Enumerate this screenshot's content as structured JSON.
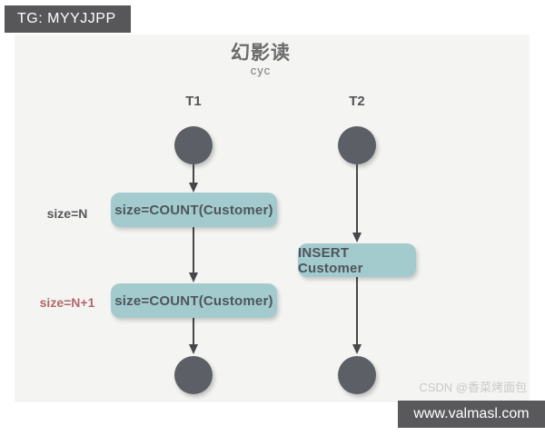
{
  "page": {
    "header_badge": "TG: MYYJJPP",
    "title": "幻影读",
    "subtitle": "cyc",
    "watermark": "CSDN @香菜烤面包",
    "footer": "www.valmasl.com"
  },
  "diagram": {
    "type": "flowchart",
    "topic": "phantom read between two transactions",
    "lanes": [
      {
        "label": "T1",
        "steps": [
          "size=COUNT(Customer)",
          "size=COUNT(Customer)"
        ]
      },
      {
        "label": "T2",
        "steps": [
          "INSERT Customer"
        ]
      }
    ],
    "annotations": [
      {
        "text": "size=N",
        "color": "#57575a",
        "attached_to": "T1 step 1"
      },
      {
        "text": "size=N+1",
        "color": "#b2686c",
        "attached_to": "T1 step 2"
      }
    ]
  },
  "colors": {
    "canvas_background": "#f4f4f3",
    "bar_background": "#58585a",
    "node_fill": "#5c6066",
    "step_fill": "#a3cbcd",
    "step_text": "#4e555c",
    "arrow": "#47474a",
    "annotation_highlight": "#b2686c"
  }
}
